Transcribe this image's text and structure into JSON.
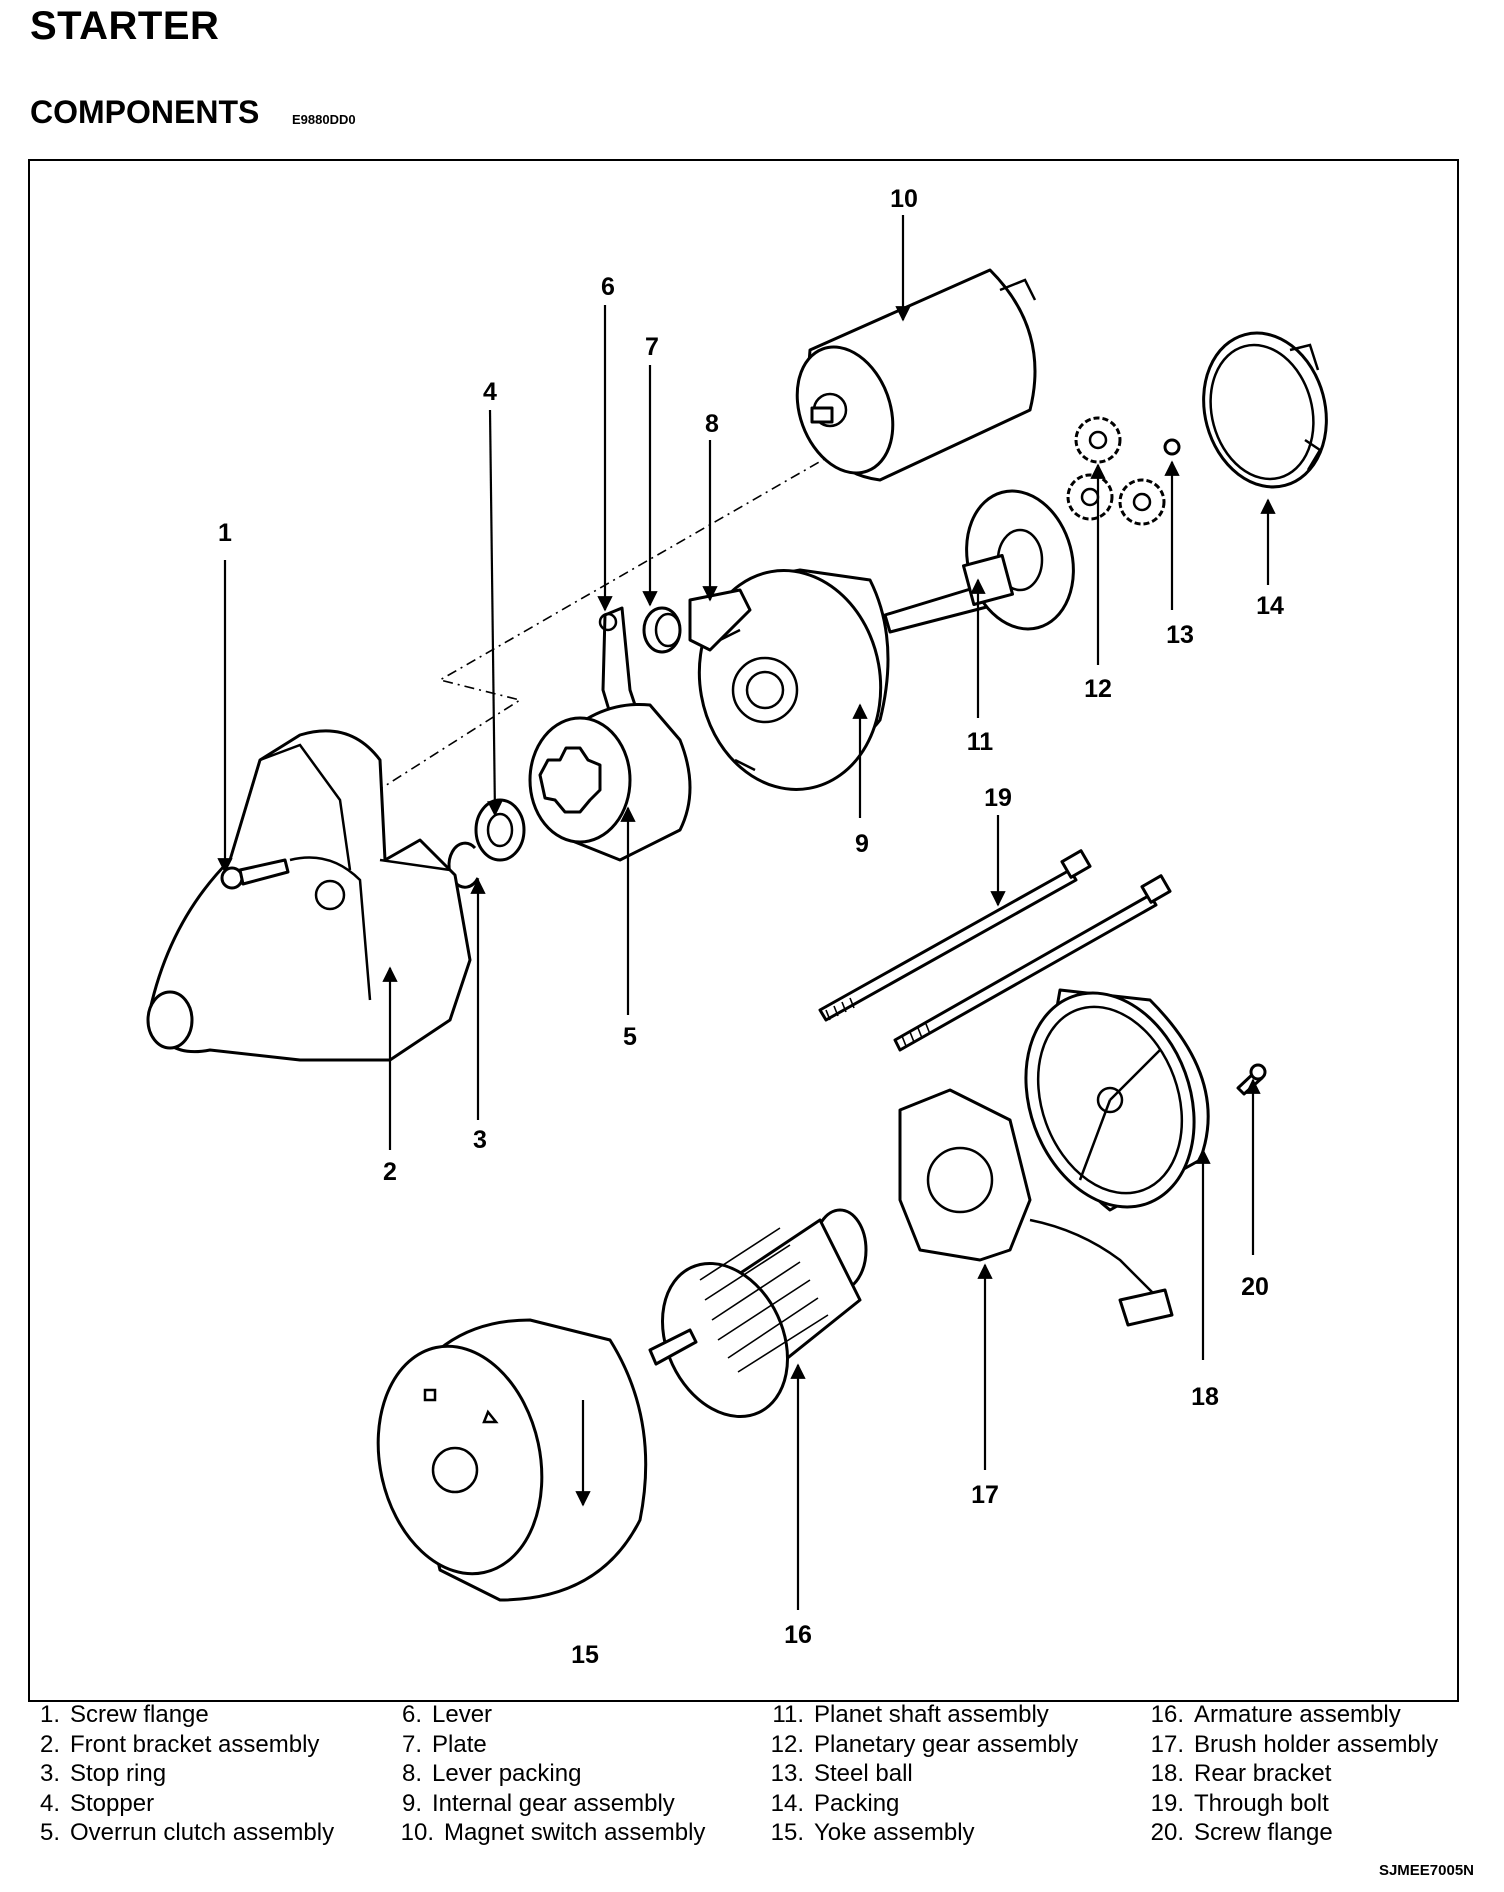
{
  "header": {
    "title": "STARTER",
    "subtitle": "COMPONENTS",
    "code": "E9880DD0"
  },
  "callouts": [
    "1",
    "2",
    "3",
    "4",
    "5",
    "6",
    "7",
    "8",
    "9",
    "10",
    "11",
    "12",
    "13",
    "14",
    "15",
    "16",
    "17",
    "18",
    "19",
    "20"
  ],
  "legend": {
    "col1": [
      {
        "num": "1.",
        "label": "Screw flange"
      },
      {
        "num": "2.",
        "label": "Front bracket assembly"
      },
      {
        "num": "3.",
        "label": "Stop ring"
      },
      {
        "num": "4.",
        "label": "Stopper"
      },
      {
        "num": "5.",
        "label": "Overrun clutch assembly"
      }
    ],
    "col2": [
      {
        "num": "6.",
        "label": "Lever"
      },
      {
        "num": "7.",
        "label": "Plate"
      },
      {
        "num": "8.",
        "label": "Lever packing"
      },
      {
        "num": "9.",
        "label": "Internal gear assembly"
      },
      {
        "num": "10.",
        "label": "Magnet switch assembly"
      }
    ],
    "col3": [
      {
        "num": "11.",
        "label": "Planet shaft assembly"
      },
      {
        "num": "12.",
        "label": "Planetary gear assembly"
      },
      {
        "num": "13.",
        "label": "Steel ball"
      },
      {
        "num": "14.",
        "label": "Packing"
      },
      {
        "num": "15.",
        "label": "Yoke assembly"
      }
    ],
    "col4": [
      {
        "num": "16.",
        "label": "Armature assembly"
      },
      {
        "num": "17.",
        "label": "Brush holder assembly"
      },
      {
        "num": "18.",
        "label": "Rear bracket"
      },
      {
        "num": "19.",
        "label": "Through bolt"
      },
      {
        "num": "20.",
        "label": "Screw flange"
      }
    ]
  },
  "footer": {
    "figure_code": "SJMEE7005N"
  }
}
